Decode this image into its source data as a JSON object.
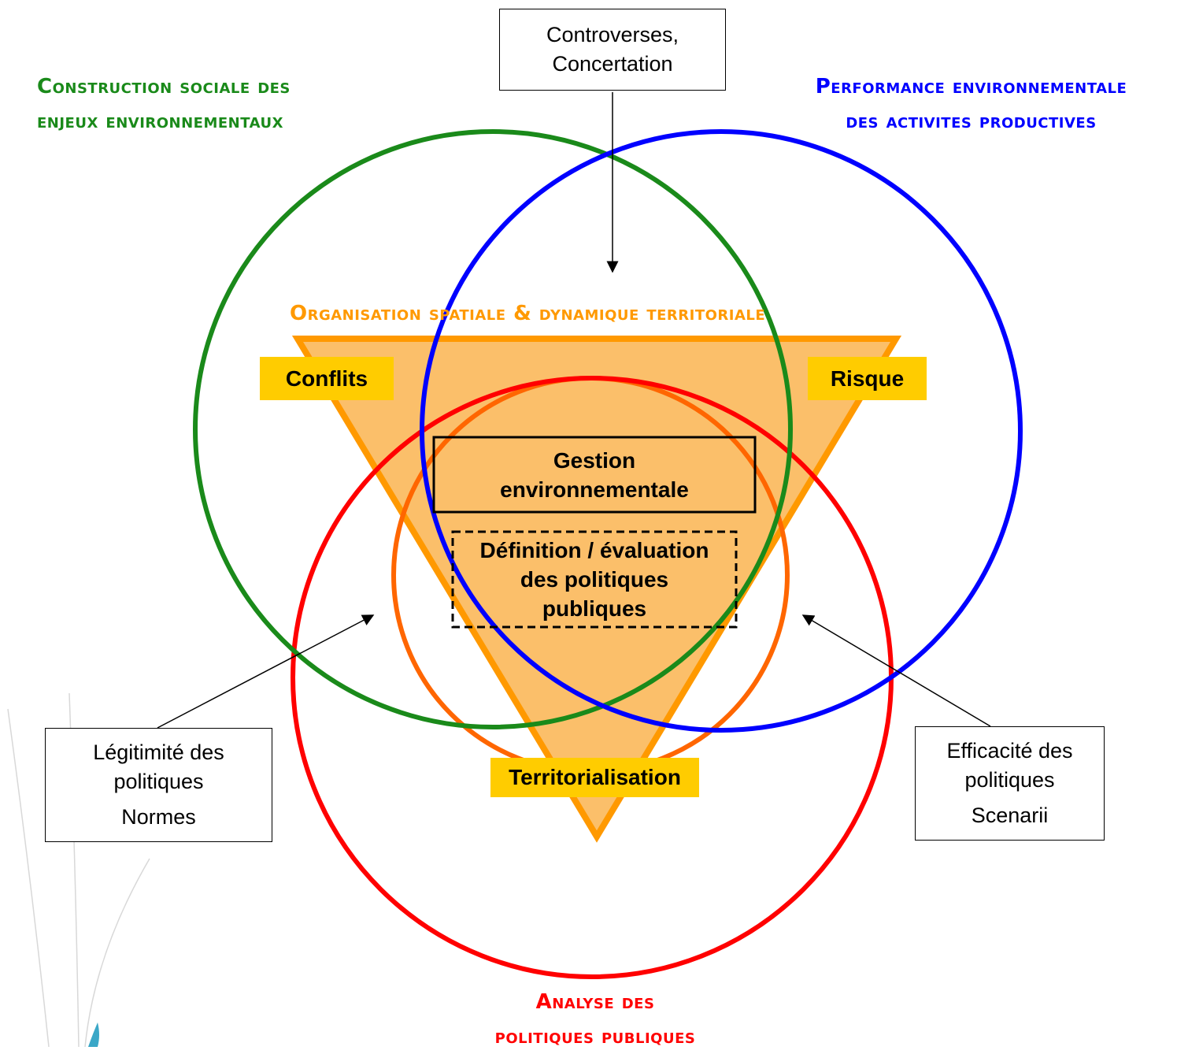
{
  "colors": {
    "green_circle": "#1a8a1a",
    "blue_circle": "#0000ff",
    "red_circle": "#ff0000",
    "orange_circle": "#ff6600",
    "triangle_fill": "#fbbf6a",
    "triangle_stroke": "#ff9900",
    "tag_fill": "#ffcc00"
  },
  "titles": {
    "green": [
      "Construction sociale des",
      "enjeux environnementaux"
    ],
    "blue": [
      "Performance environnementale",
      "des activites productives"
    ],
    "orange": "Organisation spatiale & dynamique territoriale",
    "red": [
      "Analyse des",
      "politiques publiques"
    ]
  },
  "boxes": {
    "top": [
      "Controverses,",
      "Concertation"
    ],
    "left": [
      "Légitimité des",
      "politiques",
      "Normes"
    ],
    "right": [
      "Efficacité des",
      "politiques",
      "Scenarii"
    ]
  },
  "tags": {
    "conflits": "Conflits",
    "risque": "Risque",
    "territorialisation": "Territorialisation"
  },
  "center": {
    "gestion": [
      "Gestion",
      "environnementale"
    ],
    "definition": [
      "Définition / évaluation",
      "des politiques",
      "publiques"
    ]
  }
}
